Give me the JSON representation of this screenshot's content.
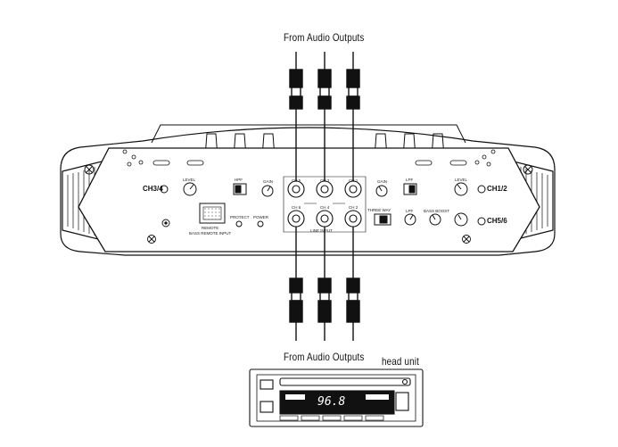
{
  "labels": {
    "top_inputs": "From Audio Outputs",
    "bottom_inputs": "From Audio Outputs",
    "head_unit": "head unit"
  },
  "amp": {
    "ch_left": "CH3/4",
    "ch_right_top": "CH1/2",
    "ch_right_bottom": "CH5/6",
    "level_label": "LEVEL",
    "gain_label": "GAIN",
    "hpf_label": "HPF",
    "lpf_label": "LPF",
    "input_labels": [
      "CH 5",
      "CH 3",
      "CH 1"
    ],
    "input_labels_bottom": [
      "CH 6",
      "CH 4",
      "CH 2"
    ],
    "line_input": "LINE INPUT",
    "protect": "PROTECT",
    "power": "POWER",
    "remote_label": "REMOTE",
    "remote_sub": "BASS REMOTE INPUT",
    "three_way": "THREE WAY",
    "bass_boost": "BASS BOOST"
  },
  "head_unit_display": {
    "frequency": "96.8"
  },
  "colors": {
    "line": "#111111",
    "body_fill": "#ffffff",
    "plug_fill": "#111111",
    "lcd": "#111111"
  }
}
